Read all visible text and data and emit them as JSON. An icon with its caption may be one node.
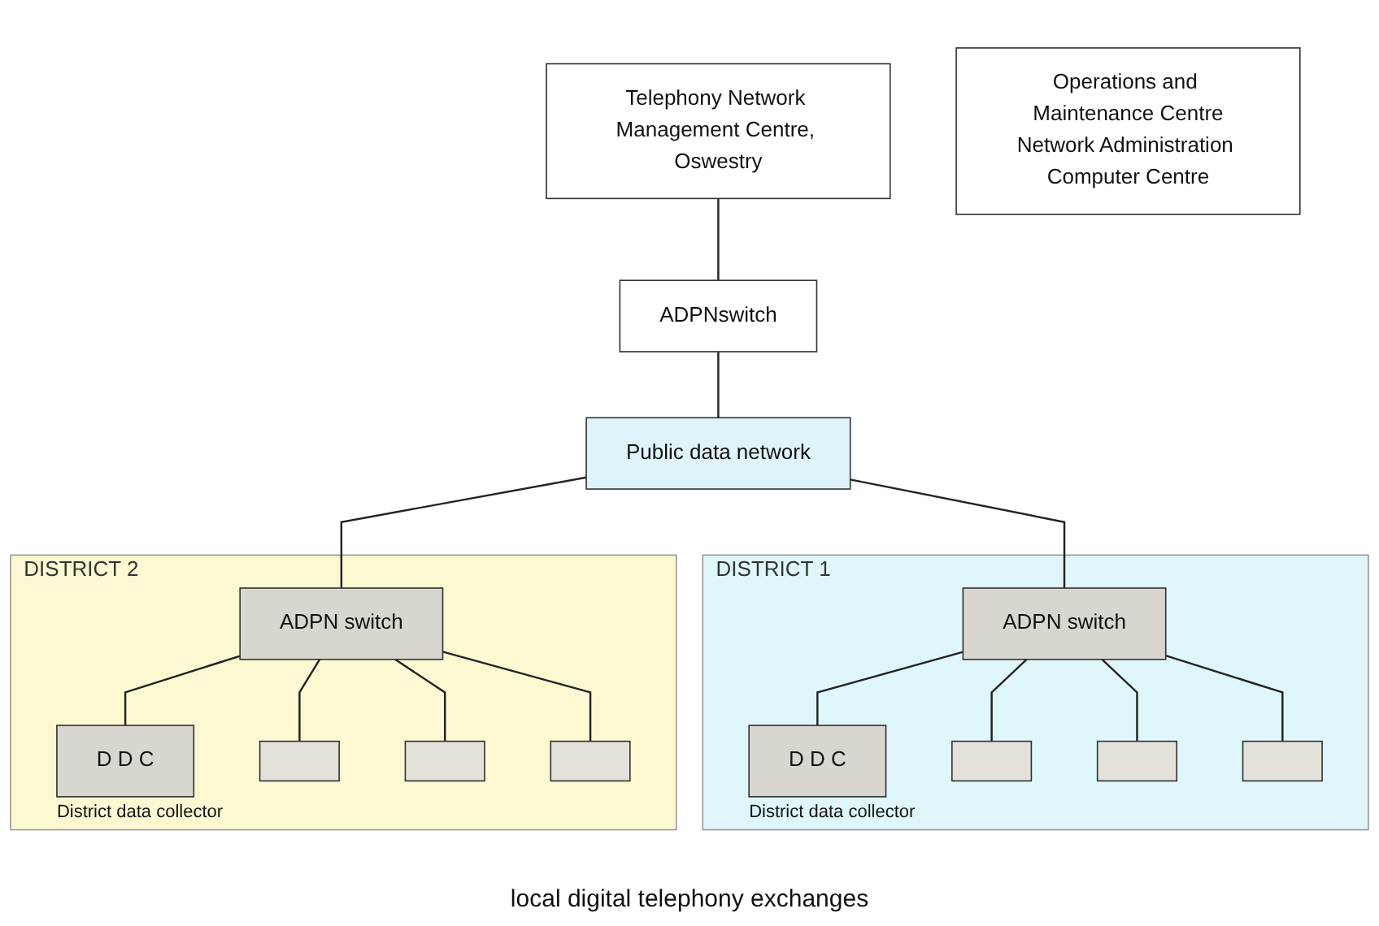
{
  "diagram": {
    "nodes": [
      {
        "text": [
          "Telephony Network Management Centre, Oswestry"
        ]
      },
      {
        "text": [
          "ADPNswitch"
        ]
      },
      {
        "text": [
          "Public data network"
        ]
      },
      {
        "text": [
          "DISTRICT 1"
        ]
      },
      {
        "text": [
          "ADPN switch"
        ],
        "in": 3
      },
      {
        "text": [
          "D D C"
        ],
        "in": 3,
        "beside": [
          "District data collector"
        ]
      },
      {
        "text": [],
        "shape": "box",
        "in": 3
      },
      {
        "text": [],
        "shape": "box",
        "in": 3
      },
      {
        "text": [],
        "shape": "box",
        "in": 3
      },
      {
        "text": [
          "Operations and Maintenance Centre",
          "Network Administration Computer Centre"
        ]
      },
      {
        "text": [
          "DISTRICT 2"
        ]
      },
      {
        "text": [
          "ADPN switch"
        ],
        "in": 10
      },
      {
        "text": [
          "D D C"
        ],
        "in": 10,
        "beside": [
          "District data collector"
        ]
      },
      {
        "text": [],
        "shape": "box",
        "in": 10
      },
      {
        "text": [],
        "shape": "box",
        "in": 10
      },
      {
        "text": [],
        "shape": "box",
        "in": 10
      }
    ],
    "edges": [
      {
        "from": 0,
        "to": 1,
        "arrow": "none"
      },
      {
        "from": 1,
        "to": 2,
        "arrow": "none"
      },
      {
        "from": 2,
        "to": 4,
        "arrow": "none"
      },
      {
        "from": 2,
        "to": 11,
        "arrow": "none"
      },
      {
        "from": 4,
        "to": 5,
        "arrow": "none"
      },
      {
        "from": 4,
        "to": 6,
        "arrow": "none"
      },
      {
        "from": 4,
        "to": 7,
        "arrow": "none"
      },
      {
        "from": 4,
        "to": 8,
        "arrow": "none"
      },
      {
        "from": 11,
        "to": 12,
        "arrow": "none"
      },
      {
        "from": 11,
        "to": 13,
        "arrow": "none"
      },
      {
        "from": 11,
        "to": 14,
        "arrow": "none"
      },
      {
        "from": 11,
        "to": 15,
        "arrow": "none"
      }
    ],
    "labels": [
      "local digital telephony exchanges"
    ]
  }
}
